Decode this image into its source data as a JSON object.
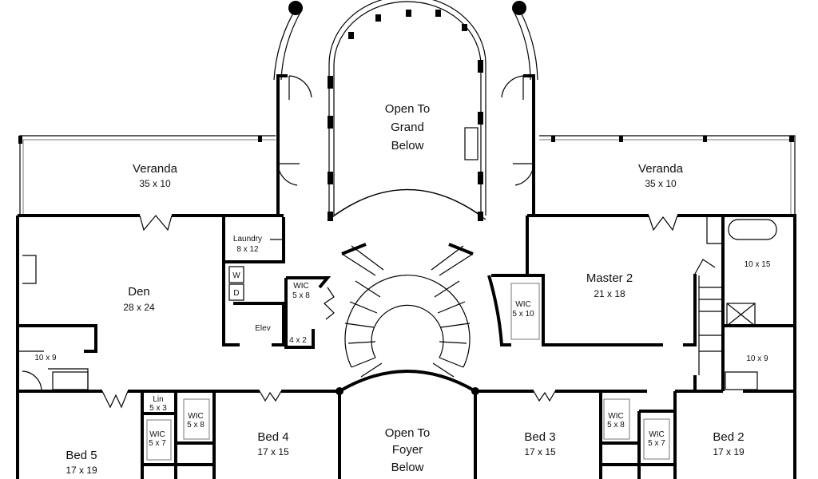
{
  "rooms": {
    "grand": {
      "l1": "Open To",
      "l2": "Grand",
      "l3": "Below"
    },
    "veranda_left": {
      "name": "Veranda",
      "size": "35 x 10"
    },
    "veranda_right": {
      "name": "Veranda",
      "size": "35 x 10"
    },
    "laundry": {
      "name": "Laundry",
      "size": "8 x 12"
    },
    "washer": "W",
    "dryer": "D",
    "den": {
      "name": "Den",
      "size": "28 x 24"
    },
    "wic_laundry": {
      "name": "WIC",
      "size": "5 x 8"
    },
    "elev": "Elev",
    "closet_4x2": "4 x 2",
    "wic_master": {
      "name": "WIC",
      "size": "5 x 10"
    },
    "master2": {
      "name": "Master 2",
      "size": "21 x 18"
    },
    "master_bath": "10 x 15",
    "bath_right": "10 x 9",
    "bath_left": "10 x 9",
    "lin": {
      "name": "Lin",
      "size": "5 x 3"
    },
    "wic_bed4": {
      "name": "WIC",
      "size": "5 x 8"
    },
    "wic_bed5": {
      "name": "WIC",
      "size": "5 x 7"
    },
    "bed4": {
      "name": "Bed 4",
      "size": "17 x 15"
    },
    "foyer": {
      "l1": "Open To",
      "l2": "Foyer",
      "l3": "Below"
    },
    "bed3": {
      "name": "Bed 3",
      "size": "17 x 15"
    },
    "wic_bed3": {
      "name": "WIC",
      "size": "5 x 8"
    },
    "wic_bed2": {
      "name": "WIC",
      "size": "5 x 7"
    },
    "bed2": {
      "name": "Bed 2",
      "size": "17 x 19"
    },
    "bed5": {
      "name": "Bed 5",
      "size": "17 x 19"
    }
  }
}
